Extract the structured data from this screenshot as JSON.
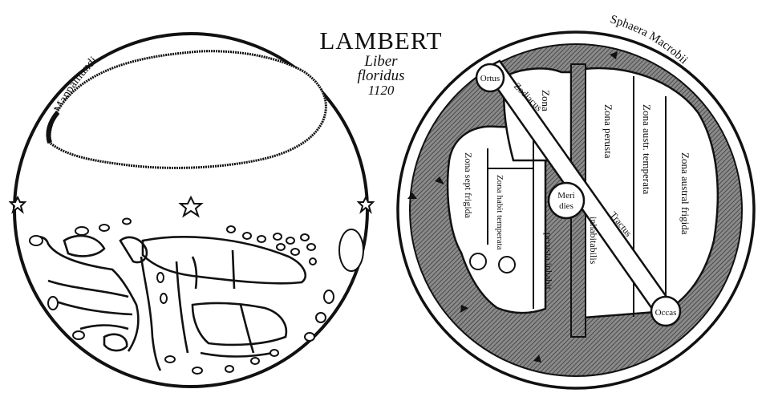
{
  "title": "LAMBERT",
  "subtitle_line1": "Liber",
  "subtitle_line2": "floridus",
  "year": "1120",
  "left_map": {
    "label": "Mappamundi"
  },
  "right_map": {
    "label": "Sphaera Macrobii",
    "ortus": "Ortus",
    "occasus": "Occas",
    "meridies_1": "Meri",
    "meridies_2": "dies",
    "zodiacus": "Zodiacus",
    "tractus": "Tractus",
    "zona_1": "Zona",
    "zona_perusta": "Zona perusta",
    "zona_austr_temperata": "Zona austr. temperata",
    "zona_austral_frigida": "Zona austral frigida",
    "zona_sept_frigida": "Zona sept frigida",
    "zona_habit_temperata": "Zona habit temperata",
    "perusta_inhabit": "perusta inhabit.",
    "inhabitabilis": "inhabitabilis"
  }
}
